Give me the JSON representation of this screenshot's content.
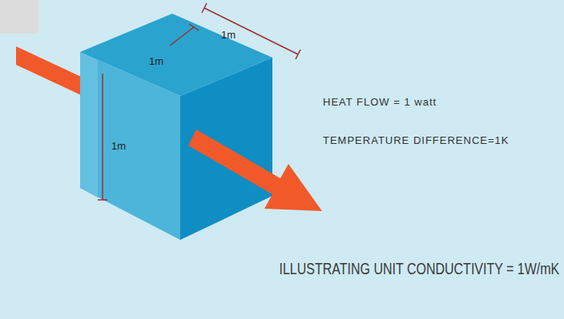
{
  "diagram": {
    "caption": "ILLUSTRATING UNIT CONDUCTIVITY = 1W/mK",
    "labels": [
      "1m",
      "1m",
      "1m",
      "HEAT FLOW = 1 watt",
      "TEMPERATURE DIFFERENCE=1K"
    ]
  }
}
